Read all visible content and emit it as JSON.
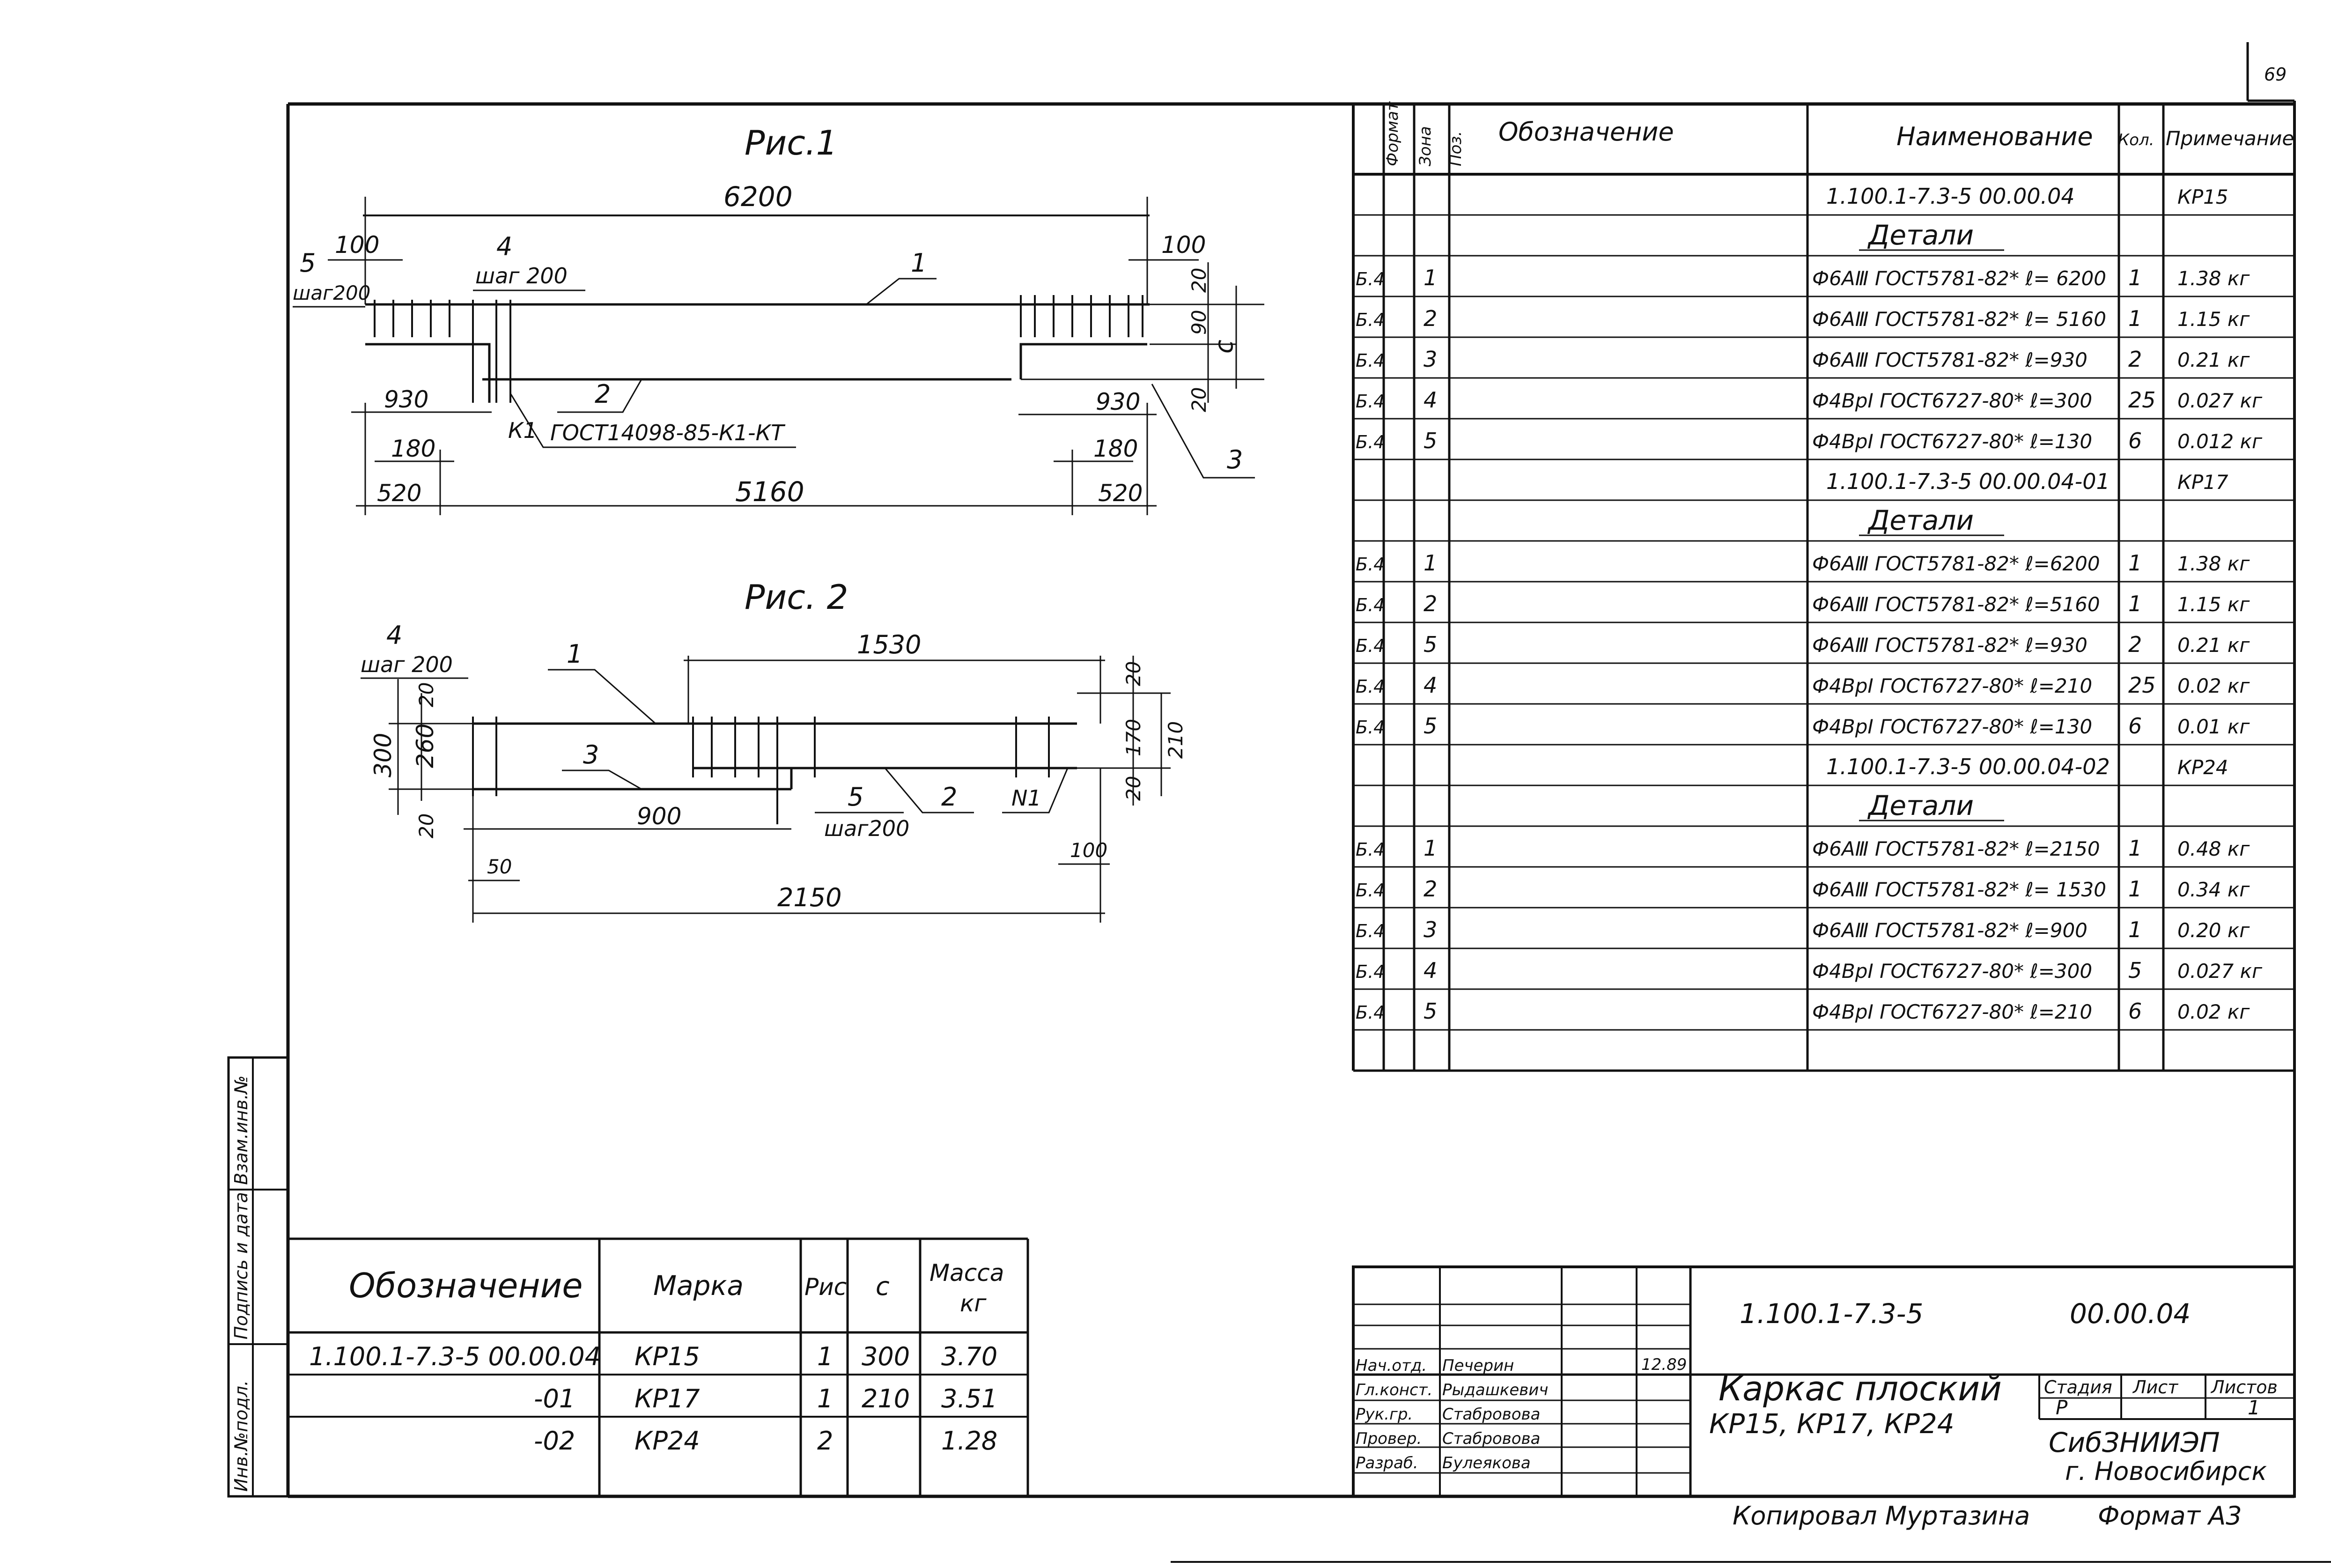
{
  "page_number": "69",
  "fig1": {
    "title": "Рис.1",
    "dim_total": "6200",
    "dim_100_left": "100",
    "dim_100_right": "100",
    "label_5": "5",
    "label_step_left": "шаг200",
    "label_4": "4",
    "label_step_4": "шаг 200",
    "label_1": "1",
    "label_2": "2",
    "label_3": "3",
    "label_k1": "К1",
    "label_gost": "ГОСТ14098-85-К1-КТ",
    "dim_930_left": "930",
    "dim_930_right": "930",
    "dim_180_left": "180",
    "dim_180_right": "180",
    "dim_520_left": "520",
    "dim_520_right": "520",
    "dim_5160": "5160",
    "dim_20_top": "20",
    "dim_90": "90",
    "dim_20_bot": "20",
    "dim_c": "c"
  },
  "fig2": {
    "title": "Рис. 2",
    "label_4": "4",
    "label_step_4": "шаг 200",
    "label_1": "1",
    "label_3": "3",
    "label_5": "5",
    "label_step_5": "шаг200",
    "label_2": "2",
    "label_n1": "N1",
    "dim_1530": "1530",
    "dim_20_a": "20",
    "dim_300": "300",
    "dim_260": "260",
    "dim_20_b": "20",
    "dim_900": "900",
    "dim_50": "50",
    "dim_2150": "2150",
    "dim_100": "100",
    "dim_20_r1": "20",
    "dim_170": "170",
    "dim_210": "210",
    "dim_20_r2": "20"
  },
  "spec": {
    "headers": {
      "format": "Формат",
      "zone": "Зона",
      "pos": "Поз.",
      "designation": "Обозначение",
      "name": "Наименование",
      "qty": "Кол.",
      "note": "Примечание"
    },
    "rows": [
      {
        "fmt": "",
        "pos": "",
        "name": "1.100.1-7.3-5  00.00.04",
        "qty": "",
        "note": "КР15",
        "ul": false
      },
      {
        "fmt": "",
        "pos": "",
        "name": "Детали",
        "qty": "",
        "note": "",
        "ul": true
      },
      {
        "fmt": "Б.4",
        "pos": "1",
        "name": "Ф6АⅢ ГОСТ5781-82* ℓ= 6200",
        "qty": "1",
        "note": "1.38 кг",
        "ul": false
      },
      {
        "fmt": "Б.4",
        "pos": "2",
        "name": "Ф6АⅢ ГОСТ5781-82* ℓ= 5160",
        "qty": "1",
        "note": "1.15 кг",
        "ul": false
      },
      {
        "fmt": "Б.4",
        "pos": "3",
        "name": "Ф6АⅢ ГОСТ5781-82* ℓ=930",
        "qty": "2",
        "note": "0.21 кг",
        "ul": false
      },
      {
        "fmt": "Б.4",
        "pos": "4",
        "name": "Ф4ВрⅠ ГОСТ6727-80* ℓ=300",
        "qty": "25",
        "note": "0.027 кг",
        "ul": false
      },
      {
        "fmt": "Б.4",
        "pos": "5",
        "name": "Ф4ВрⅠ ГОСТ6727-80* ℓ=130",
        "qty": "6",
        "note": "0.012 кг",
        "ul": false
      },
      {
        "fmt": "",
        "pos": "",
        "name": "1.100.1-7.3-5  00.00.04-01",
        "qty": "",
        "note": "КР17",
        "ul": false
      },
      {
        "fmt": "",
        "pos": "",
        "name": "Детали",
        "qty": "",
        "note": "",
        "ul": true
      },
      {
        "fmt": "Б.4",
        "pos": "1",
        "name": "Ф6АⅢ ГОСТ5781-82* ℓ=6200",
        "qty": "1",
        "note": "1.38 кг",
        "ul": false
      },
      {
        "fmt": "Б.4",
        "pos": "2",
        "name": "Ф6АⅢ ГОСТ5781-82* ℓ=5160",
        "qty": "1",
        "note": "1.15 кг",
        "ul": false
      },
      {
        "fmt": "Б.4",
        "pos": "5",
        "name": "Ф6АⅢ ГОСТ5781-82* ℓ=930",
        "qty": "2",
        "note": "0.21 кг",
        "ul": false
      },
      {
        "fmt": "Б.4",
        "pos": "4",
        "name": "Ф4ВрⅠ ГОСТ6727-80* ℓ=210",
        "qty": "25",
        "note": "0.02 кг",
        "ul": false
      },
      {
        "fmt": "Б.4",
        "pos": "5",
        "name": "Ф4ВрⅠ ГОСТ6727-80* ℓ=130",
        "qty": "6",
        "note": "0.01 кг",
        "ul": false
      },
      {
        "fmt": "",
        "pos": "",
        "name": "1.100.1-7.3-5  00.00.04-02",
        "qty": "",
        "note": "КР24",
        "ul": false
      },
      {
        "fmt": "",
        "pos": "",
        "name": "Детали",
        "qty": "",
        "note": "",
        "ul": true
      },
      {
        "fmt": "Б.4",
        "pos": "1",
        "name": "Ф6АⅢ ГОСТ5781-82* ℓ=2150",
        "qty": "1",
        "note": "0.48 кг",
        "ul": false
      },
      {
        "fmt": "Б.4",
        "pos": "2",
        "name": "Ф6АⅢ ГОСТ5781-82* ℓ= 1530",
        "qty": "1",
        "note": "0.34 кг",
        "ul": false
      },
      {
        "fmt": "Б.4",
        "pos": "3",
        "name": "Ф6АⅢ ГОСТ5781-82* ℓ=900",
        "qty": "1",
        "note": "0.20 кг",
        "ul": false
      },
      {
        "fmt": "Б.4",
        "pos": "4",
        "name": "Ф4ВрⅠ ГОСТ6727-80* ℓ=300",
        "qty": "5",
        "note": "0.027 кг",
        "ul": false
      },
      {
        "fmt": "Б.4",
        "pos": "5",
        "name": "Ф4ВрⅠ ГОСТ6727-80* ℓ=210",
        "qty": "6",
        "note": "0.02 кг",
        "ul": false
      },
      {
        "fmt": "",
        "pos": "",
        "name": "",
        "qty": "",
        "note": "",
        "ul": false
      }
    ]
  },
  "marks": {
    "headers": {
      "designation": "Обозначение",
      "mark": "Марка",
      "fig": "Рис",
      "c": "c",
      "mass": "Масса",
      "mass_unit": "кг"
    },
    "rows": [
      {
        "designation": "1.100.1-7.3-5   00.00.04",
        "mark": "КР15",
        "fig": "1",
        "c": "300",
        "mass": "3.70"
      },
      {
        "designation": "-01",
        "mark": "КР17",
        "fig": "1",
        "c": "210",
        "mass": "3.51"
      },
      {
        "designation": "-02",
        "mark": "КР24",
        "fig": "2",
        "c": "",
        "mass": "1.28"
      }
    ]
  },
  "side_stamp": {
    "inv_orig": "Инв.№подл.",
    "sign_date": "Подпись и дата",
    "replace_inv": "Взам.инв.№"
  },
  "title_block": {
    "doc_code": "1.100.1-7.3-5",
    "doc_sub": "00.00.04",
    "title_line1": "Каркас плоский",
    "title_line2": "КР15, КР17, КР24",
    "stage_label": "Стадия",
    "sheet_label": "Лист",
    "sheets_label": "Листов",
    "stage": "Р",
    "sheets": "1",
    "org1": "СибЗНИИЭП",
    "org2": "г. Новосибирск",
    "date": "12.89",
    "staff": [
      {
        "role": "Нач.отд.",
        "name": "Печерин"
      },
      {
        "role": "Гл.конст.",
        "name": "Рыдашкевич"
      },
      {
        "role": "Рук.гр.",
        "name": "Стабровова"
      },
      {
        "role": "Провер.",
        "name": "Стабровова"
      },
      {
        "role": "Разраб.",
        "name": "Булеякова"
      }
    ]
  },
  "footer": {
    "copied": "Копировал Муртазина",
    "format": "Формат А3"
  }
}
